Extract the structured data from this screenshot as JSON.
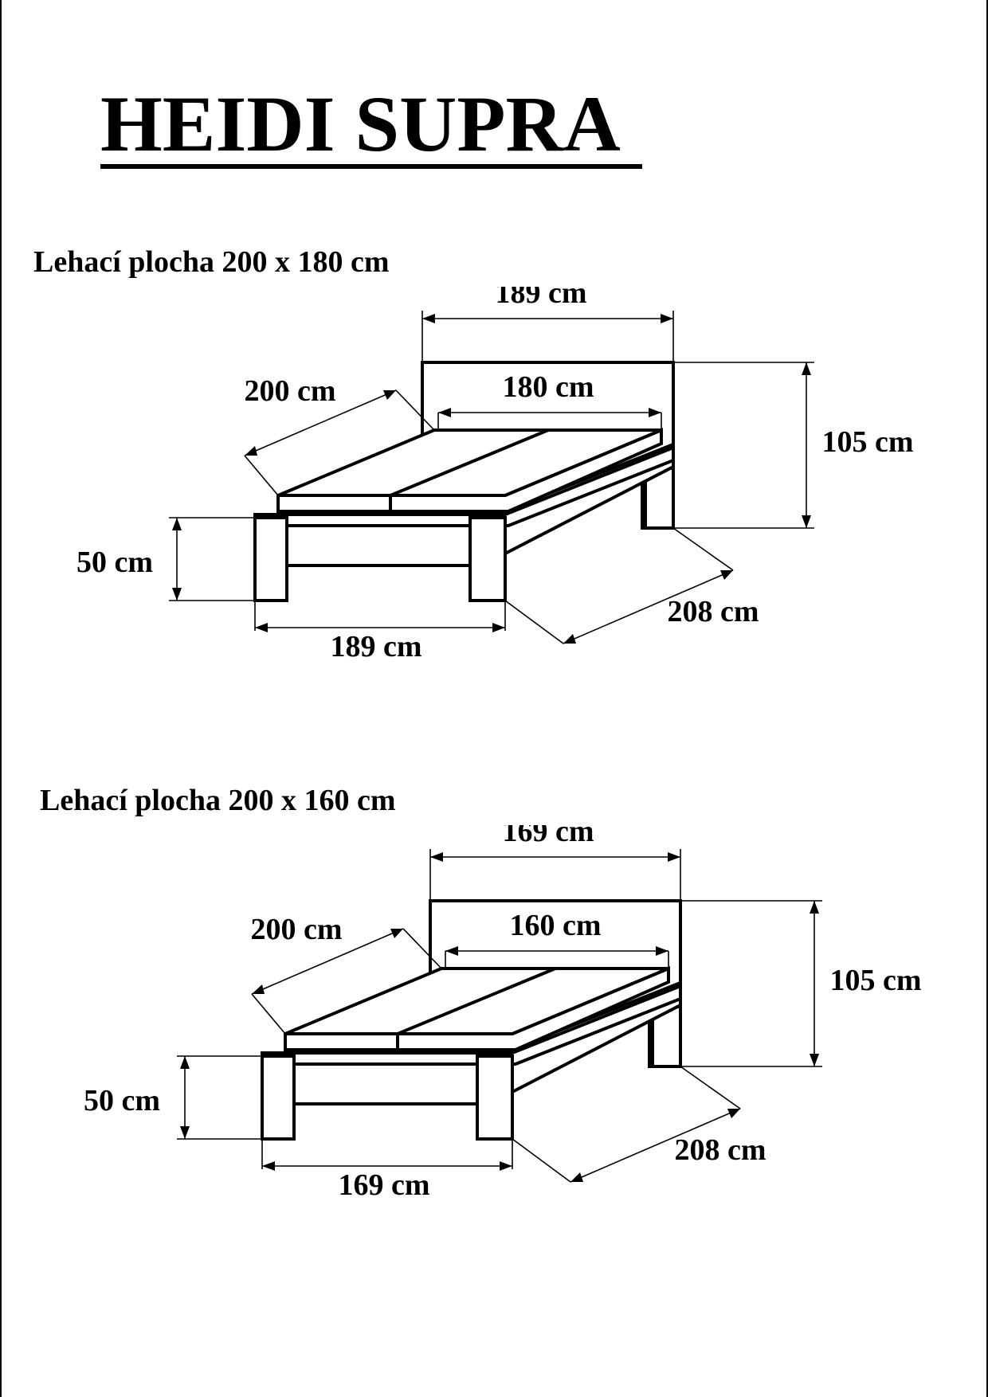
{
  "title": "HEIDI SUPRA",
  "beds": [
    {
      "heading": "Lehací plocha 200 x 180 cm",
      "dims": {
        "top_width": "189 cm",
        "inner_width": "180 cm",
        "length": "200 cm",
        "headboard_height": "105 cm",
        "leg_height": "50 cm",
        "bottom_width": "189 cm",
        "total_length": "208 cm"
      }
    },
    {
      "heading": "Lehací plocha 200 x 160 cm",
      "dims": {
        "top_width": "169 cm",
        "inner_width": "160 cm",
        "length": "200 cm",
        "headboard_height": "105 cm",
        "leg_height": "50 cm",
        "bottom_width": "169 cm",
        "total_length": "208 cm"
      }
    }
  ]
}
